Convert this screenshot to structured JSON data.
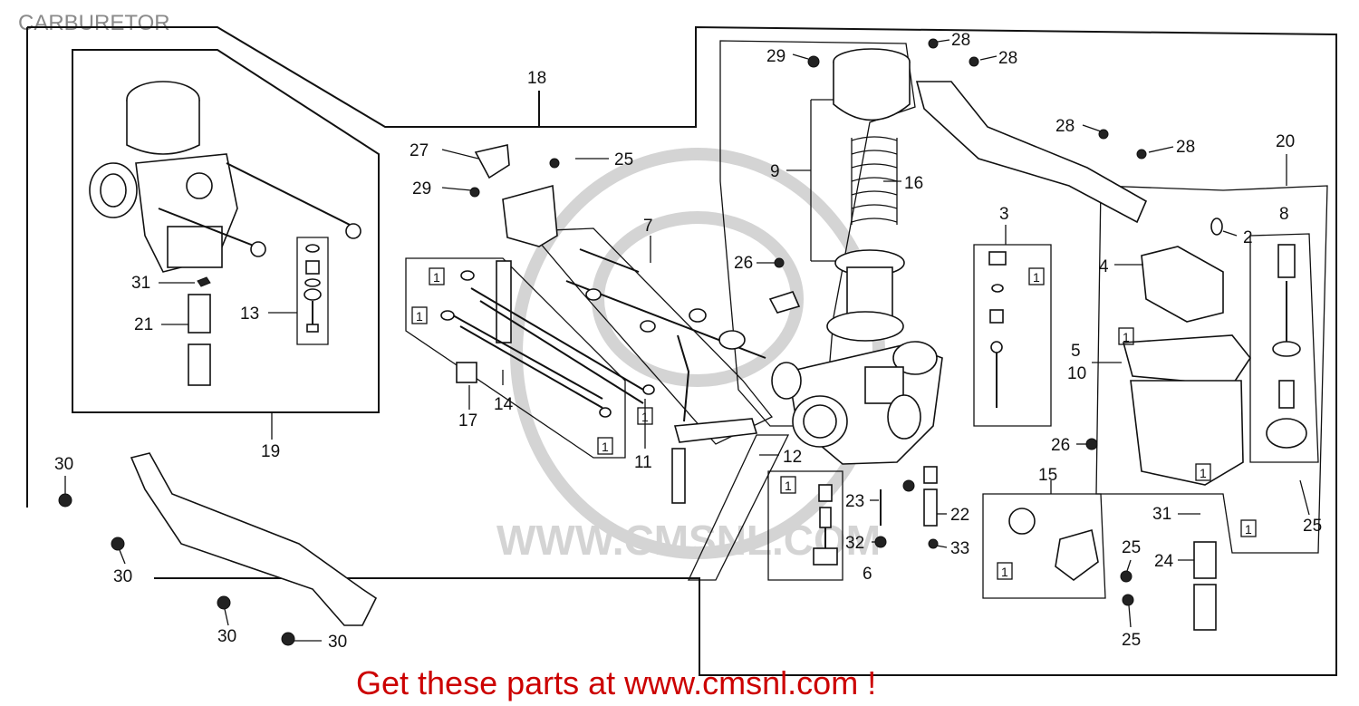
{
  "page": {
    "title": "CARBURETOR"
  },
  "promo": {
    "text": "Get these parts at www.cmsnl.com !"
  },
  "watermark": {
    "text": "WWW.CMSNL.COM",
    "color": "#d4d4d4"
  },
  "colors": {
    "promo": "#cc0000",
    "title": "#8a8a8a",
    "line": "#111111"
  },
  "callouts": {
    "c18": "18",
    "c19": "19",
    "c20": "20",
    "c27": "27",
    "c29a": "29",
    "c25a": "25",
    "c7": "7",
    "c31a": "31",
    "c21": "21",
    "c13": "13",
    "c14": "14",
    "c17": "17",
    "c11": "11",
    "c12": "12",
    "c29b": "29",
    "c28a": "28",
    "c28b": "28",
    "c28c": "28",
    "c28d": "28",
    "c9": "9",
    "c16": "16",
    "c26a": "26",
    "c3": "3",
    "c8": "8",
    "c2": "2",
    "c4": "4",
    "c5": "5",
    "c10": "10",
    "c26b": "26",
    "c15": "15",
    "c23": "23",
    "c22": "22",
    "c32": "32",
    "c33": "33",
    "c6": "6",
    "c31b": "31",
    "c24": "24",
    "c25b": "25",
    "c25c": "25",
    "c25d": "25",
    "c30a": "30",
    "c30b": "30",
    "c30c": "30",
    "c30d": "30"
  },
  "box_marks": {
    "b1": "1",
    "b2": "1",
    "b3": "1",
    "b4": "1",
    "b5": "1",
    "b6": "1",
    "b7": "1",
    "b8": "1",
    "b9": "1",
    "b10": "1"
  }
}
